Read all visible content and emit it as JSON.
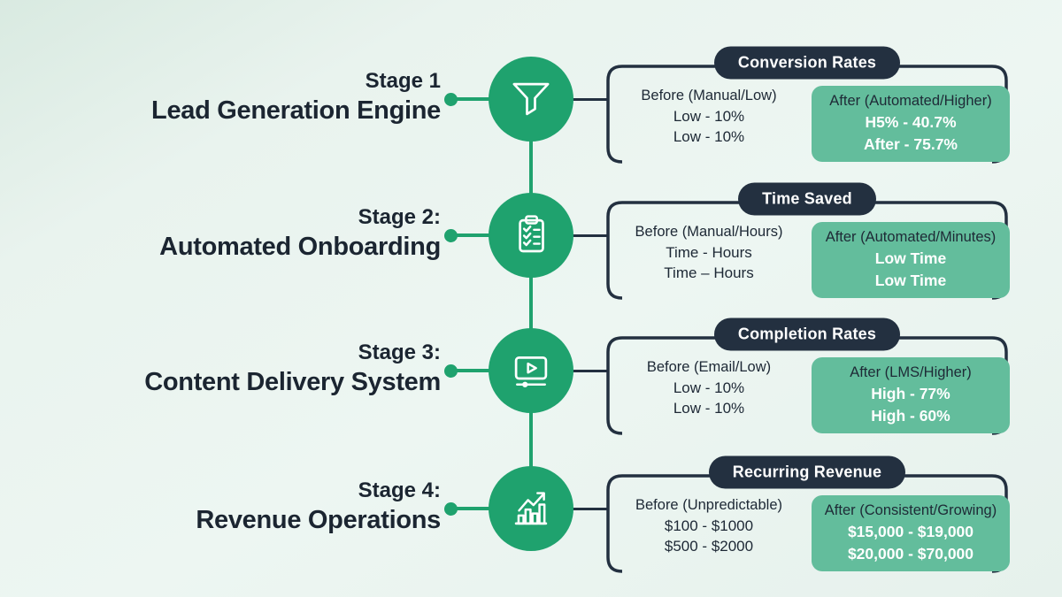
{
  "colors": {
    "background": "#e9f3ee",
    "node_green": "#1fa26e",
    "after_panel_green": "#63bd9c",
    "pill_navy": "#233040",
    "text_dark": "#1b2531",
    "value_white": "#ffffff"
  },
  "stages": [
    {
      "stage_label": "Stage 1",
      "stage_name": "Lead Generation Engine",
      "icon": "funnel-icon",
      "metric_pill": "Conversion Rates",
      "before": {
        "title": "Before (Manual/Low)",
        "lines": [
          "Low - 10%",
          "Low - 10%"
        ]
      },
      "after": {
        "title": "After (Automated/Higher)",
        "lines": [
          "H5% - 40.7%",
          "After - 75.7%"
        ]
      }
    },
    {
      "stage_label": "Stage 2:",
      "stage_name": "Automated Onboarding",
      "icon": "checklist-clipboard-icon",
      "metric_pill": "Time Saved",
      "before": {
        "title": "Before (Manual/Hours)",
        "lines": [
          "Time - Hours",
          "Time – Hours"
        ]
      },
      "after": {
        "title": "After (Automated/Minutes)",
        "lines": [
          "Low Time",
          "Low Time"
        ]
      }
    },
    {
      "stage_label": "Stage 3:",
      "stage_name": "Content Delivery System",
      "icon": "video-player-icon",
      "metric_pill": "Completion Rates",
      "before": {
        "title": "Before (Email/Low)",
        "lines": [
          "Low - 10%",
          "Low - 10%"
        ]
      },
      "after": {
        "title": "After (LMS/Higher)",
        "lines": [
          "High - 77%",
          "High - 60%"
        ]
      }
    },
    {
      "stage_label": "Stage 4:",
      "stage_name": "Revenue Operations",
      "icon": "growth-chart-icon",
      "metric_pill": "Recurring Revenue",
      "before": {
        "title": "Before (Unpredictable)",
        "lines": [
          "$100 - $1000",
          "$500 - $2000"
        ]
      },
      "after": {
        "title": "After (Consistent/Growing)",
        "lines": [
          "$15,000 - $19,000",
          "$20,000 - $70,000"
        ]
      }
    }
  ]
}
